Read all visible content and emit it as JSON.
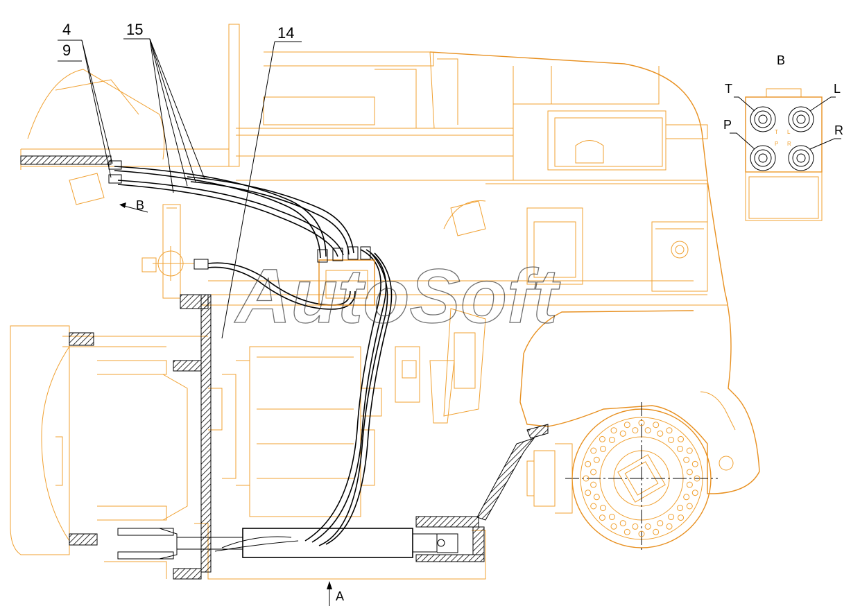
{
  "callouts": {
    "c4": "4",
    "c9": "9",
    "c15": "15",
    "c14": "14"
  },
  "view_markers": {
    "b_arrow": "B",
    "a_arrow": "A"
  },
  "detail_view": {
    "title": "B",
    "ports": {
      "T": "T",
      "L": "L",
      "P": "P",
      "R": "R"
    },
    "inner_labels": {
      "T": "T",
      "L": "L",
      "P": "P",
      "R": "R"
    }
  },
  "watermark": "AutoSoft",
  "colors": {
    "machine_outline": "#f0a030",
    "hoses": "#000000",
    "background": "#ffffff"
  }
}
